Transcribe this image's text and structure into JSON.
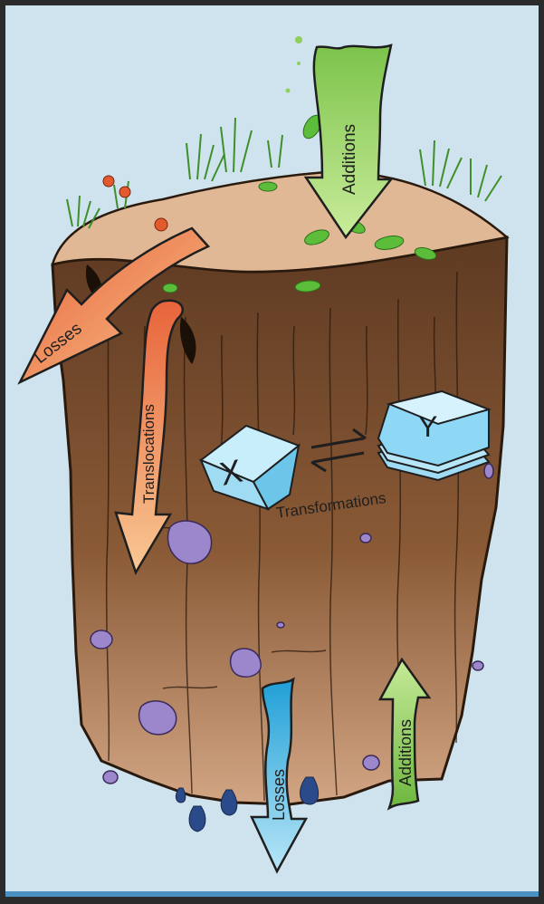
{
  "diagram": {
    "labels": {
      "additions_top": "Additions",
      "losses_side": "Losses",
      "translocations": "Translocations",
      "transformations": "Transformations",
      "x_label": "X",
      "y_label": "Y",
      "losses_bottom": "Losses",
      "additions_bottom": "Additions"
    }
  },
  "colors": {
    "background": "#cfe3ee",
    "soil_dark": "#5e3a22",
    "soil_mid": "#8a5a36",
    "soil_light": "#c89a76",
    "topsoil": "#e0b896",
    "grass": "#5bbd3a",
    "arrow_orange": "#f08a4b",
    "arrow_green": "#9ad05c",
    "arrow_blue": "#3fb6e6",
    "crystal": "#8fd8f5",
    "pebble": "#9c86cc"
  }
}
